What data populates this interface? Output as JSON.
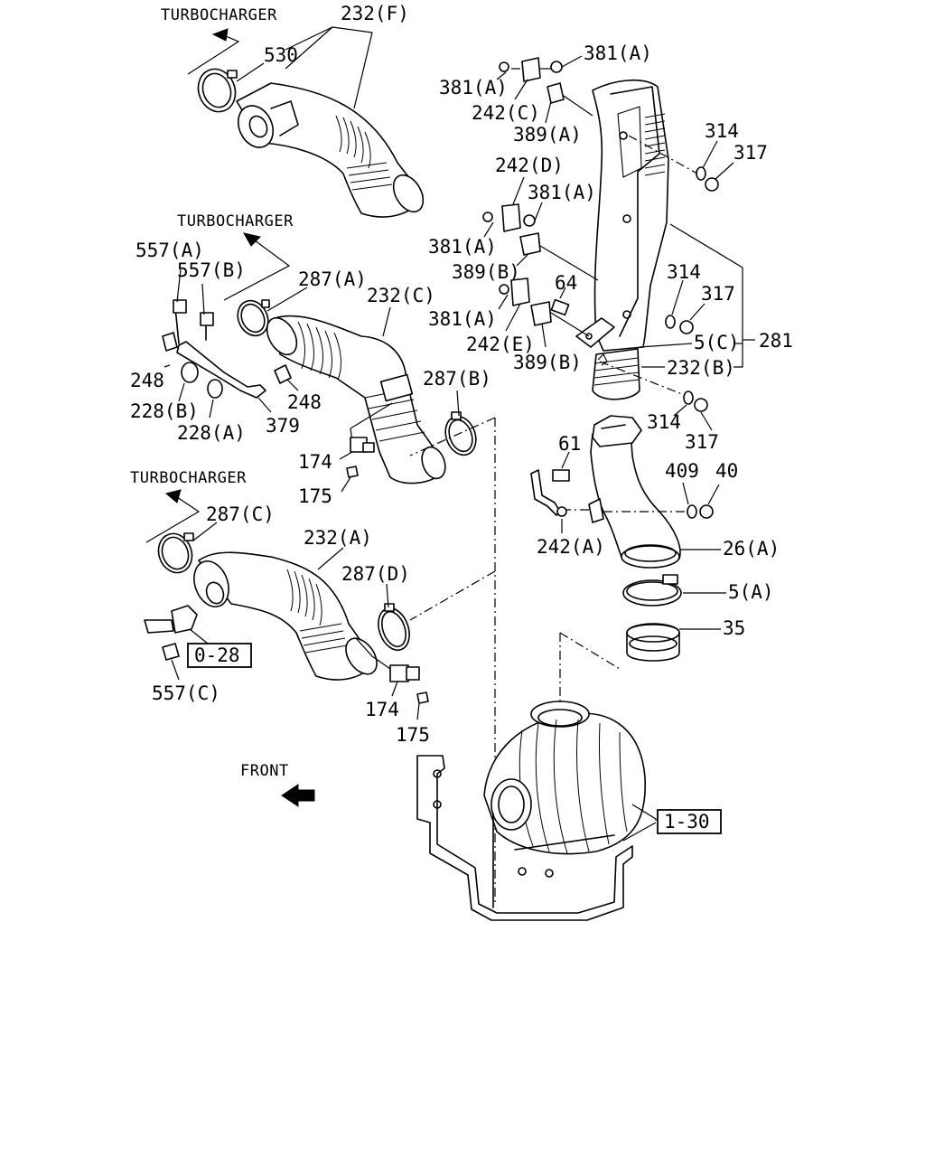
{
  "headers": {
    "turbo_top": "TURBOCHARGER",
    "turbo_mid": "TURBOCHARGER",
    "turbo_left": "TURBOCHARGER",
    "front": "FRONT"
  },
  "callouts": {
    "c232F": "232(F)",
    "c530": "530",
    "c381A_1": "381(A)",
    "c381A_2": "381(A)",
    "c242C": "242(C)",
    "c389A": "389(A)",
    "c314_1": "314",
    "c317_1": "317",
    "c242D": "242(D)",
    "c381A_3": "381(A)",
    "c381A_4": "381(A)",
    "c389B_1": "389(B)",
    "c557A": "557(A)",
    "c557B": "557(B)",
    "c287A": "287(A)",
    "c232C": "232(C)",
    "c64": "64",
    "c314_2": "314",
    "c317_2": "317",
    "c381A_5": "381(A)",
    "c242E": "242(E)",
    "c389B_2": "389(B)",
    "c5C": "5(C)",
    "c281": "281",
    "c232B": "232(B)",
    "c248_1": "248",
    "c248_2": "248",
    "c287B": "287(B)",
    "c228B": "228(B)",
    "c228A": "228(A)",
    "c379": "379",
    "c314_3": "314",
    "c317_3": "317",
    "c61": "61",
    "c174_1": "174",
    "c175_1": "175",
    "c409": "409",
    "c40": "40",
    "c287C": "287(C)",
    "c242A": "242(A)",
    "c26A": "26(A)",
    "c232A": "232(A)",
    "c287D": "287(D)",
    "c5A": "5(A)",
    "c35": "35",
    "c557C": "557(C)",
    "c174_2": "174",
    "c175_2": "175"
  },
  "refs": {
    "ref_0_28": "0-28",
    "ref_1_30": "1-30"
  }
}
